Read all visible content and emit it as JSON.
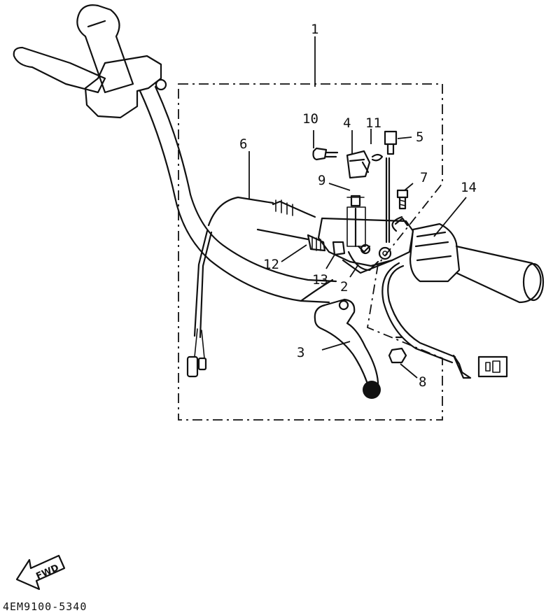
{
  "callouts": [
    {
      "id": "1",
      "text": "1"
    },
    {
      "id": "2",
      "text": "2"
    },
    {
      "id": "3",
      "text": "3"
    },
    {
      "id": "4",
      "text": "4"
    },
    {
      "id": "5",
      "text": "5"
    },
    {
      "id": "6",
      "text": "6"
    },
    {
      "id": "7",
      "text": "7"
    },
    {
      "id": "8",
      "text": "8"
    },
    {
      "id": "9",
      "text": "9"
    },
    {
      "id": "10",
      "text": "10"
    },
    {
      "id": "11",
      "text": "11"
    },
    {
      "id": "12",
      "text": "12"
    },
    {
      "id": "13",
      "text": "13"
    },
    {
      "id": "14",
      "text": "14"
    }
  ],
  "direction_badge": "FWD",
  "drawing_code": "4EM9100-5340"
}
